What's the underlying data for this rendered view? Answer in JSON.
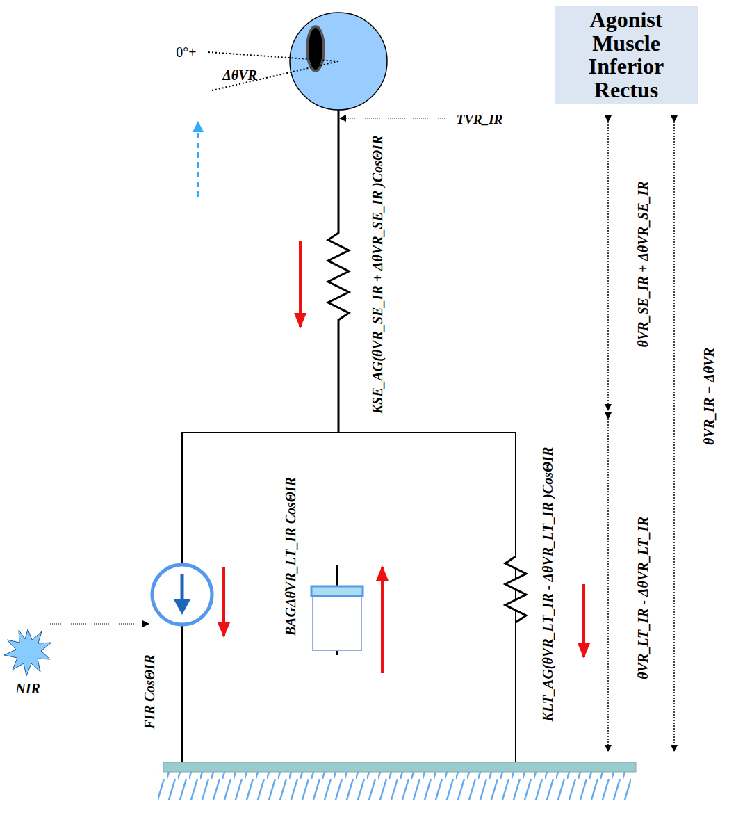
{
  "diagram": {
    "title": "Agonist Muscle Inferior Rectus",
    "labels": [
      "0°+",
      "ΔθVR",
      "TVR_IR",
      "KSE_AG(θVR_SE_IR + ΔθVR_SE_IR )CosΘIR",
      "θVR_SE_IR + ΔθVR_SE_IR",
      "θVR_IR − ΔθVR",
      "θVR_LT_IR - ΔθVR_LT_IR",
      "NIR",
      "FIR CosΘIR",
      "BAGΔθ̇VR_LT_IR CosΘIR",
      "KLT_AG(θVR_LT_IR - ΔθVR_LT_IR )CosΘIR"
    ]
  }
}
